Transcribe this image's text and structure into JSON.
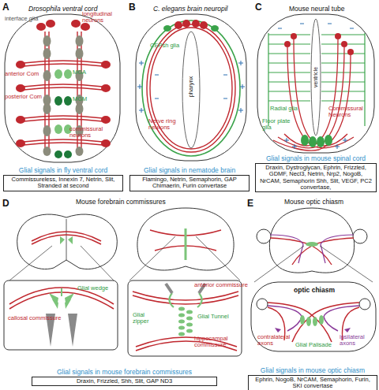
{
  "diagram": {
    "nodes": [
      {
        "text": [
          "Glial signals in fly ventral cord",
          "Commissureless, Innexin 7, Netrin, Slit, Stranded at second"
        ]
      },
      {
        "text": [
          "Glial signals in nematode brain",
          "Flamingo, Netrin, Semaphorin, GAP Chimaerin, Furin convertase"
        ]
      },
      {
        "text": [
          "Glial signals in mouse spinal cord",
          "Draxin, Dystroglycan, Ephrin, Frizzled, GDMF, Necl3, Netrin, Nrp2, NogoB, NrCAM, Semaphorin Shh, Slit, VEGF, PC2 convertase,"
        ]
      },
      {
        "text": [
          "Glial signals in mouse forebrain commissures",
          "Draxin, Frizzled, Shh, Slit, GAP ND3"
        ]
      },
      {
        "text": [
          "Glial signals in mouse optic chiasm",
          "Ephrin, NogoB, NrCAM, Semaphorin, Furin, SKI convertase"
        ]
      }
    ],
    "labels": [
      "A",
      "Drosophila ventral cord",
      "interface glia",
      "longitudinal neurons",
      "anterior Com",
      "posterior Com",
      "MGA",
      "MGM",
      "commissural neurons",
      "B",
      "C. elegans brain neuropil",
      "CEPsh glia",
      "Nerve ring neurons",
      "pharynx",
      "C",
      "Mouse neural tube",
      "ventricle",
      "Radial glia",
      "Commissural Neurons",
      "Floor plate glia",
      "D",
      "Mouse forebrain commissures",
      "callosal commissure",
      "Glial wedge",
      "anterior commissure",
      "Glial zipper",
      "Glial Tunnel",
      "hippocampal commissure",
      "E",
      "Mouse optic chiasm",
      "optic chiasm",
      "contralateral axons",
      "ipsilateral axons",
      "Glial Palisade"
    ]
  }
}
